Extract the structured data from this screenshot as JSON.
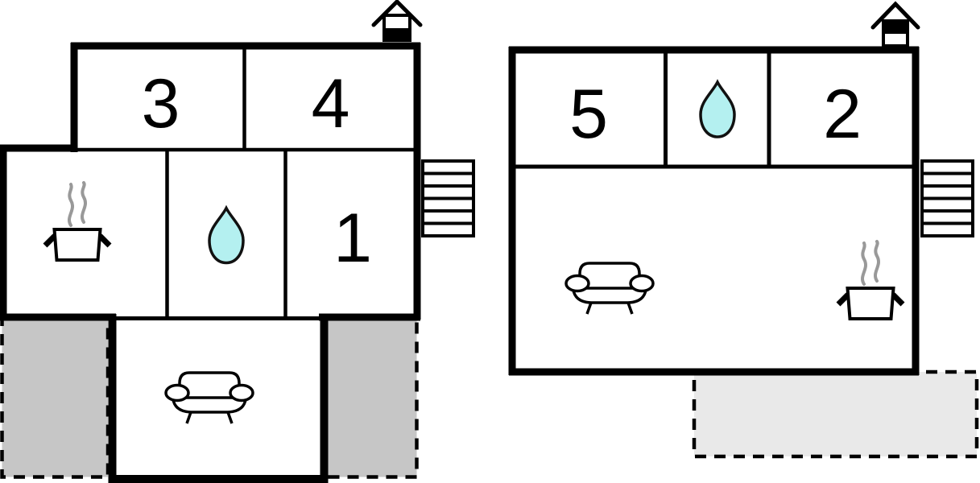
{
  "colors": {
    "wall": "#000000",
    "background": "#ffffff",
    "water_drop": "#b4f0f0",
    "terrace_medium": "#c6c6c6",
    "terrace_light": "#e9e9e9",
    "steam": "#999999"
  },
  "left_building": {
    "room_labels": [
      "3",
      "4",
      "1"
    ],
    "icons": [
      "cooking-pot-icon",
      "water-drop-icon",
      "sofa-icon",
      "stairs-icon",
      "house-orientation-icon"
    ]
  },
  "right_building": {
    "room_labels": [
      "5",
      "2"
    ],
    "icons": [
      "water-drop-icon",
      "sofa-icon",
      "cooking-pot-icon",
      "stairs-icon",
      "house-orientation-icon"
    ]
  }
}
